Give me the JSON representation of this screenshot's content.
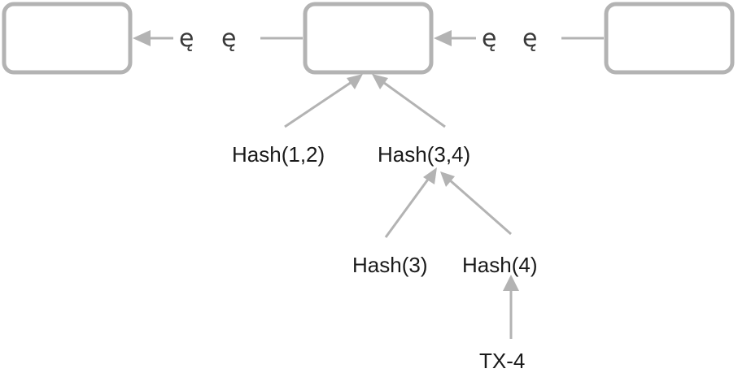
{
  "diagram": {
    "blocks": [
      {
        "label": ""
      },
      {
        "label": ""
      },
      {
        "label": ""
      }
    ],
    "chain_gap_symbols": [
      "ę",
      "ę",
      "ę",
      "ę"
    ],
    "nodes": {
      "hash_1_2": "Hash(1,2)",
      "hash_3_4": "Hash(3,4)",
      "hash_3": "Hash(3)",
      "hash_4": "Hash(4)",
      "tx_4": "TX-4"
    },
    "colors": {
      "block_border": "#b3b3b3",
      "arrow": "#b3b3b3",
      "text": "#1a1a1a"
    }
  }
}
